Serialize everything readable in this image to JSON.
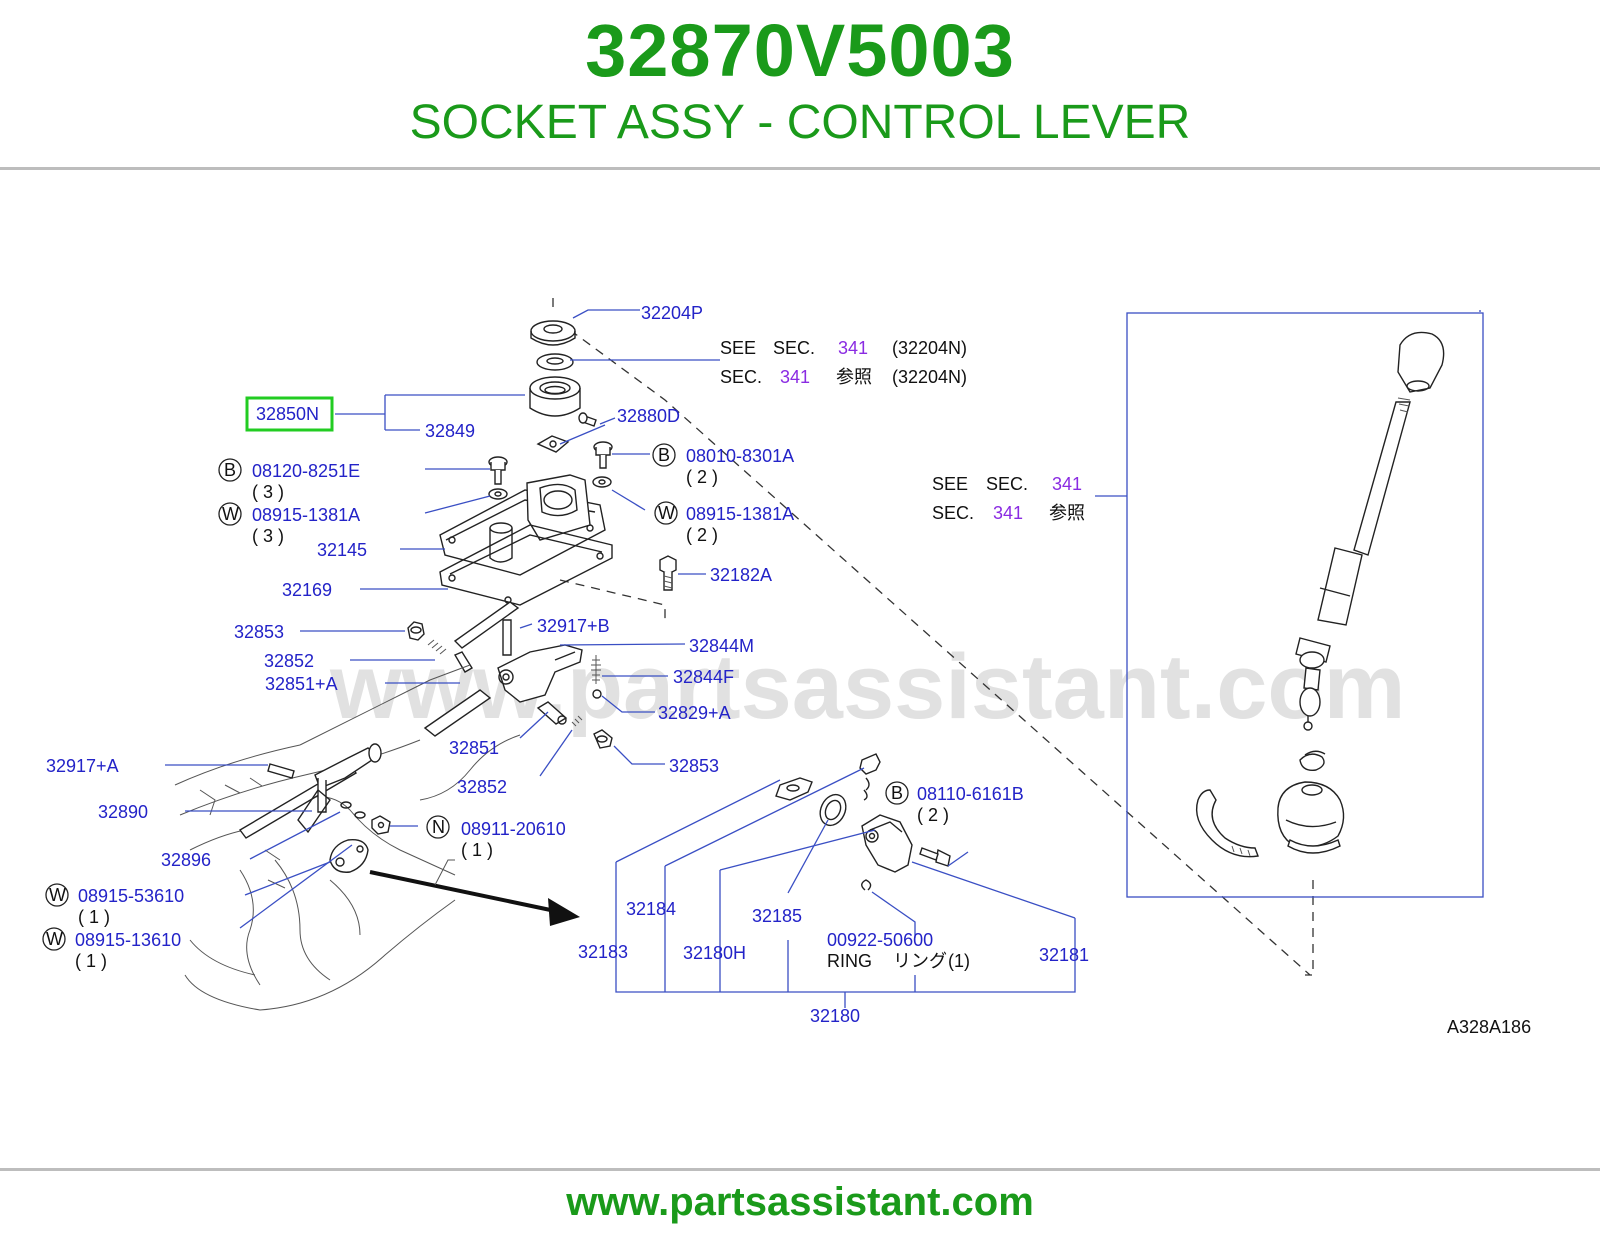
{
  "header": {
    "part_number": "32870V5003",
    "title": "SOCKET ASSY - CONTROL LEVER"
  },
  "footer": {
    "url": "www.partsassistant.com"
  },
  "watermark": "www.partsassistant.com",
  "colors": {
    "accent_green": "#1a9a1a",
    "label_blue": "#2323c8",
    "ref_purple": "#8a2be2",
    "highlight_box": "#22cc22"
  },
  "diagram": {
    "code": "A328A186",
    "highlighted_part": "32850N",
    "parts": {
      "p32204P": "32204P",
      "p32849": "32849",
      "p32880D": "32880D",
      "p32145": "32145",
      "p32169": "32169",
      "p32182A": "32182A",
      "p32853a": "32853",
      "p32852a": "32852",
      "p32851A": "32851+A",
      "p32917B": "32917+B",
      "p32844M": "32844M",
      "p32844F": "32844F",
      "p32829A": "32829+A",
      "p32851": "32851",
      "p32853b": "32853",
      "p32852b": "32852",
      "p32917A": "32917+A",
      "p32890": "32890",
      "p32896": "32896",
      "p32184": "32184",
      "p32185": "32185",
      "p32183": "32183",
      "p32180H": "32180H",
      "p00922": "00922-50600",
      "p32181": "32181",
      "p32180": "32180"
    },
    "ring_label": "RING",
    "ring_jp": "リング",
    "ring_qty": "(1)",
    "bolts": [
      {
        "letter": "B",
        "part": "08120-8251E",
        "qty": "( 3 )"
      },
      {
        "letter": "W",
        "part": "08915-1381A",
        "qty": "( 3 )"
      },
      {
        "letter": "B",
        "part": "08010-8301A",
        "qty": "( 2 )"
      },
      {
        "letter": "W",
        "part": "08915-1381A",
        "qty": "( 2 )"
      },
      {
        "letter": "N",
        "part": "08911-20610",
        "qty": "( 1 )"
      },
      {
        "letter": "W",
        "part": "08915-53610",
        "qty": "( 1 )"
      },
      {
        "letter": "W",
        "part": "08915-13610",
        "qty": "( 1 )"
      },
      {
        "letter": "B",
        "part": "08110-6161B",
        "qty": "( 2 )"
      }
    ],
    "see_refs": {
      "see": "SEE",
      "sec": "SEC.",
      "num": "341",
      "ref_part": "(32204N)",
      "jp_ref": "参照"
    }
  }
}
